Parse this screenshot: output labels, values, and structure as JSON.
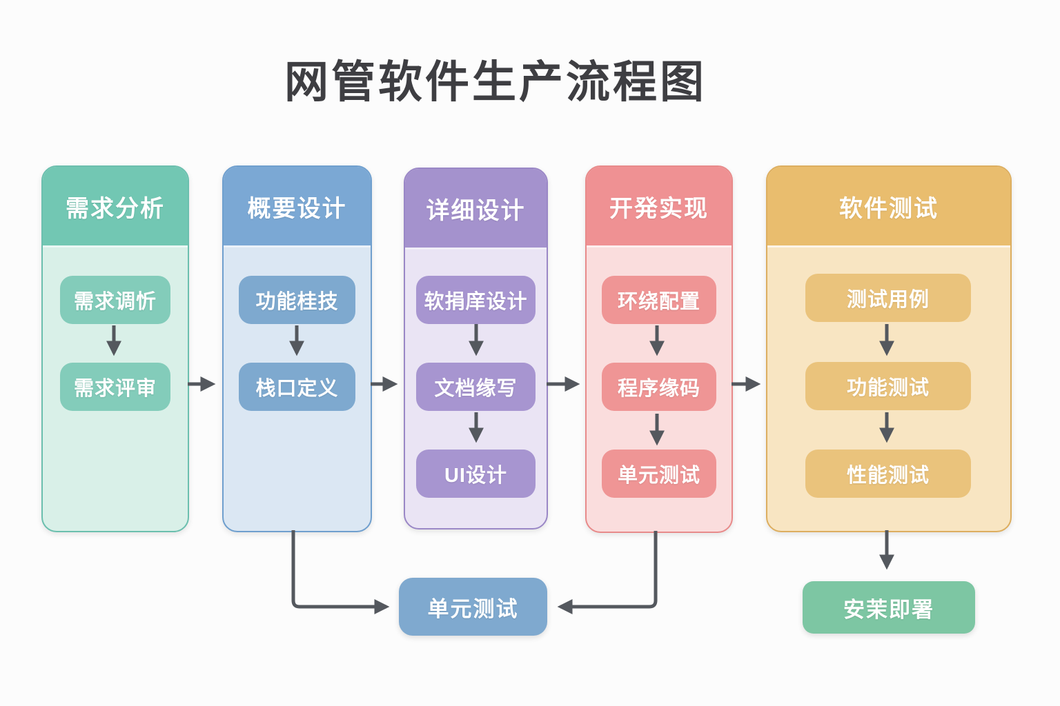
{
  "title": "网管软件生产流程图",
  "columns": [
    {
      "header": "需求分析",
      "steps": [
        "需求调忻",
        "需求评审"
      ]
    },
    {
      "header": "概要设计",
      "steps": [
        "功能桂技",
        "栈口定义"
      ]
    },
    {
      "header": "详细设计",
      "steps": [
        "软捐庠设计",
        "文档缘写",
        "UI设计"
      ]
    },
    {
      "header": "开発实现",
      "steps": [
        "环绕配置",
        "程序缘码",
        "单元测试"
      ]
    },
    {
      "header": "软件测试",
      "steps": [
        "测试用例",
        "功能测试",
        "性能测试"
      ]
    }
  ],
  "bottom_nodes": {
    "unit_test": "单元测试",
    "deploy": "安茉即署"
  },
  "colors": {
    "requirements_header": "#72c7b3",
    "requirements_body": "#d9f0e8",
    "requirements_box": "#83ccba",
    "outline_header": "#7ba8d4",
    "outline_body": "#dbe7f3",
    "outline_box": "#7ea9cf",
    "detailed_header": "#a492cd",
    "detailed_body": "#eae4f4",
    "detailed_box": "#a795d0",
    "develop_header": "#ef9193",
    "develop_body": "#fadddd",
    "develop_box": "#ef9595",
    "testing_header": "#e9bd6e",
    "testing_body": "#f8e5c2",
    "testing_box": "#eac37c",
    "unit_test_node": "#7fa9cf",
    "deploy_node": "#7dc6a3",
    "arrow": "#54585e",
    "title_text": "#3e3e42",
    "background": "#fcfcfc"
  }
}
